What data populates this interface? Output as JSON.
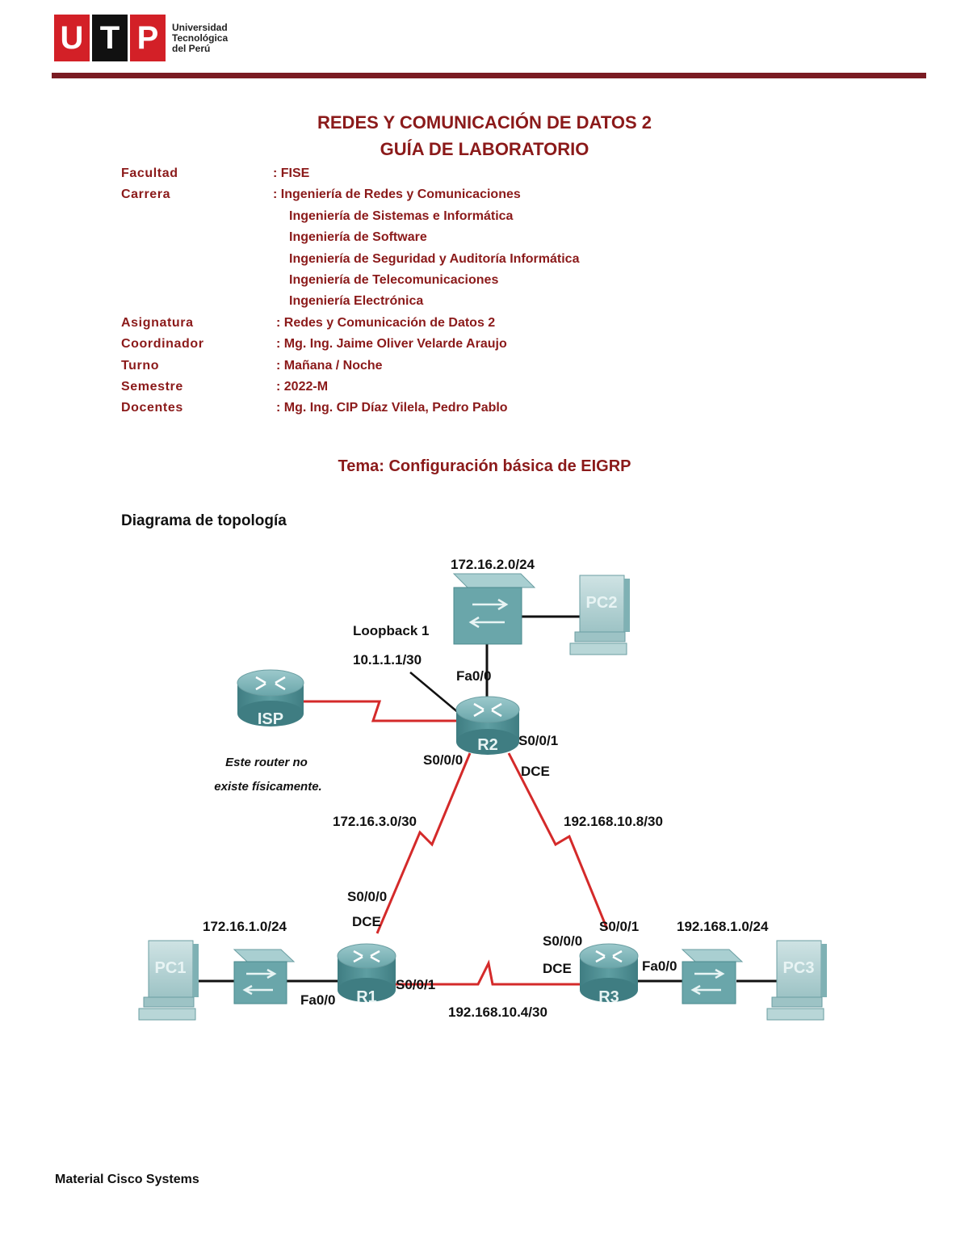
{
  "header": {
    "logo_letters": [
      "U",
      "T",
      "P"
    ],
    "logo_text": [
      "Universidad",
      "Tecnológica",
      "del Perú"
    ],
    "brand_red": "#d32027",
    "rule_color": "#7a1b22"
  },
  "doc": {
    "title1": "REDES Y COMUNICACIÓN DE DATOS 2",
    "title2": "GUÍA DE LABORATORIO",
    "text_color": "#8b1a1a",
    "info": {
      "facultad_label": "Facultad",
      "facultad_value": ": FISE",
      "carrera_label": "Carrera",
      "carrera_values": [
        ": Ingeniería de Redes y Comunicaciones",
        "Ingeniería de Sistemas e Informática",
        "Ingeniería de Software",
        "Ingeniería de Seguridad y Auditoría Informática",
        "Ingeniería de Telecomunicaciones",
        "Ingeniería Electrónica"
      ],
      "asignatura_label": "Asignatura",
      "asignatura_value": ": Redes y Comunicación de Datos 2",
      "coordinador_label": "Coordinador",
      "coordinador_value": ": Mg. Ing. Jaime Oliver Velarde Araujo",
      "turno_label": "Turno",
      "turno_value": ": Mañana /  Noche",
      "semestre_label": "Semestre",
      "semestre_value": ": 2022-M",
      "docentes_label": "Docentes",
      "docentes_value": ": Mg. Ing. CIP Díaz Vilela, Pedro Pablo"
    },
    "tema": "Tema: Configuración básica de EIGRP",
    "subtitle": "Diagrama de topología",
    "footer": "Material Cisco Systems"
  },
  "topology": {
    "devices": {
      "isp": "ISP",
      "r1": "R1",
      "r2": "R2",
      "r3": "R3",
      "pc1": "PC1",
      "pc2": "PC2",
      "pc3": "PC3"
    },
    "labels": {
      "net_r2_lan": "172.16.2.0/24",
      "loopback_name": "Loopback 1",
      "loopback_ip": "10.1.1.1/30",
      "r2_fa00": "Fa0/0",
      "r2_s001": "S0/0/1",
      "r2_dce": "DCE",
      "r2_s000": "S0/0/0",
      "isp_note_1": "Este router no",
      "isp_note_2": "existe físicamente.",
      "net_r1_r2": "172.16.3.0/30",
      "net_r2_r3": "192.168.10.8/30",
      "r1_s000": "S0/0/0",
      "r1_dce": "DCE",
      "net_r1_lan": "172.16.1.0/24",
      "r1_fa00": "Fa0/0",
      "r1_s001": "S0/0/1",
      "net_r1_r3": "192.168.10.4/30",
      "r3_s001": "S0/0/1",
      "r3_s000": "S0/0/0",
      "r3_dce": "DCE",
      "net_r3_lan": "192.168.1.0/24",
      "r3_fa00": "Fa0/0"
    },
    "serial_color": "#d42a2a",
    "device_color": "#5e9ea2"
  }
}
